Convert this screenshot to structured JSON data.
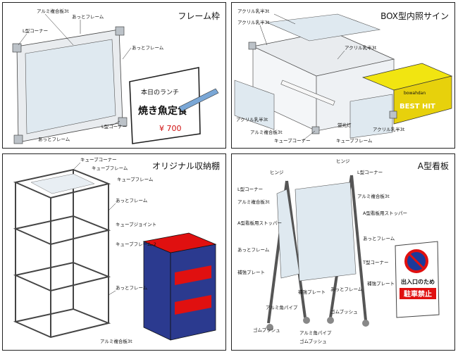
{
  "panels": {
    "frame": {
      "title": "フレーム枠",
      "labels": [
        "アルミ複合板3t",
        "あっとフレーム",
        "L型コーナー",
        "あっとフレーム",
        "L型コーナー",
        "あっとフレーム"
      ],
      "board": {
        "line1": "本日のランチ",
        "line2": "焼き魚定食",
        "line3": "¥ 700"
      }
    },
    "box": {
      "title": "BOX型内照サイン",
      "labels": [
        "アクリル乳半3t",
        "アクリル乳半3t",
        "アクリル乳半3t",
        "アクリル乳半3t",
        "アルミ複合板3t",
        "キューブコーナー",
        "蛍光灯",
        "キューブフレーム",
        "アクリル乳半3t"
      ],
      "product_text": "BEST HIT",
      "product_small": "bowahdan"
    },
    "shelf": {
      "title": "オリジナル収納棚",
      "labels": [
        "キューブコーナー",
        "キューブフレーム",
        "キューブフレーム",
        "あっとフレーム",
        "キューブジョイント",
        "キューブフレーム-2",
        "あっとフレーム",
        "アルミ複合板3t"
      ]
    },
    "easel": {
      "title": "A型看板",
      "labels": [
        "ヒンジ",
        "ヒンジ",
        "L型コーナー",
        "L型コーナー",
        "アルミ複合板3t",
        "アルミ複合板3t",
        "A型看板用ストッパー",
        "A型看板用ストッパー",
        "あっとフレーム",
        "あっとフレーム",
        "補強プレート",
        "T型コーナー",
        "補強プレート",
        "補強プレート",
        "あっとフレーム",
        "アルミ角パイプ",
        "ゴムブッシュ",
        "ゴムブッシュ",
        "アルミ角パイプ",
        "ゴムブッシュ"
      ],
      "sign": {
        "line1": "出入口のため",
        "line2": "駐車禁止"
      }
    }
  }
}
